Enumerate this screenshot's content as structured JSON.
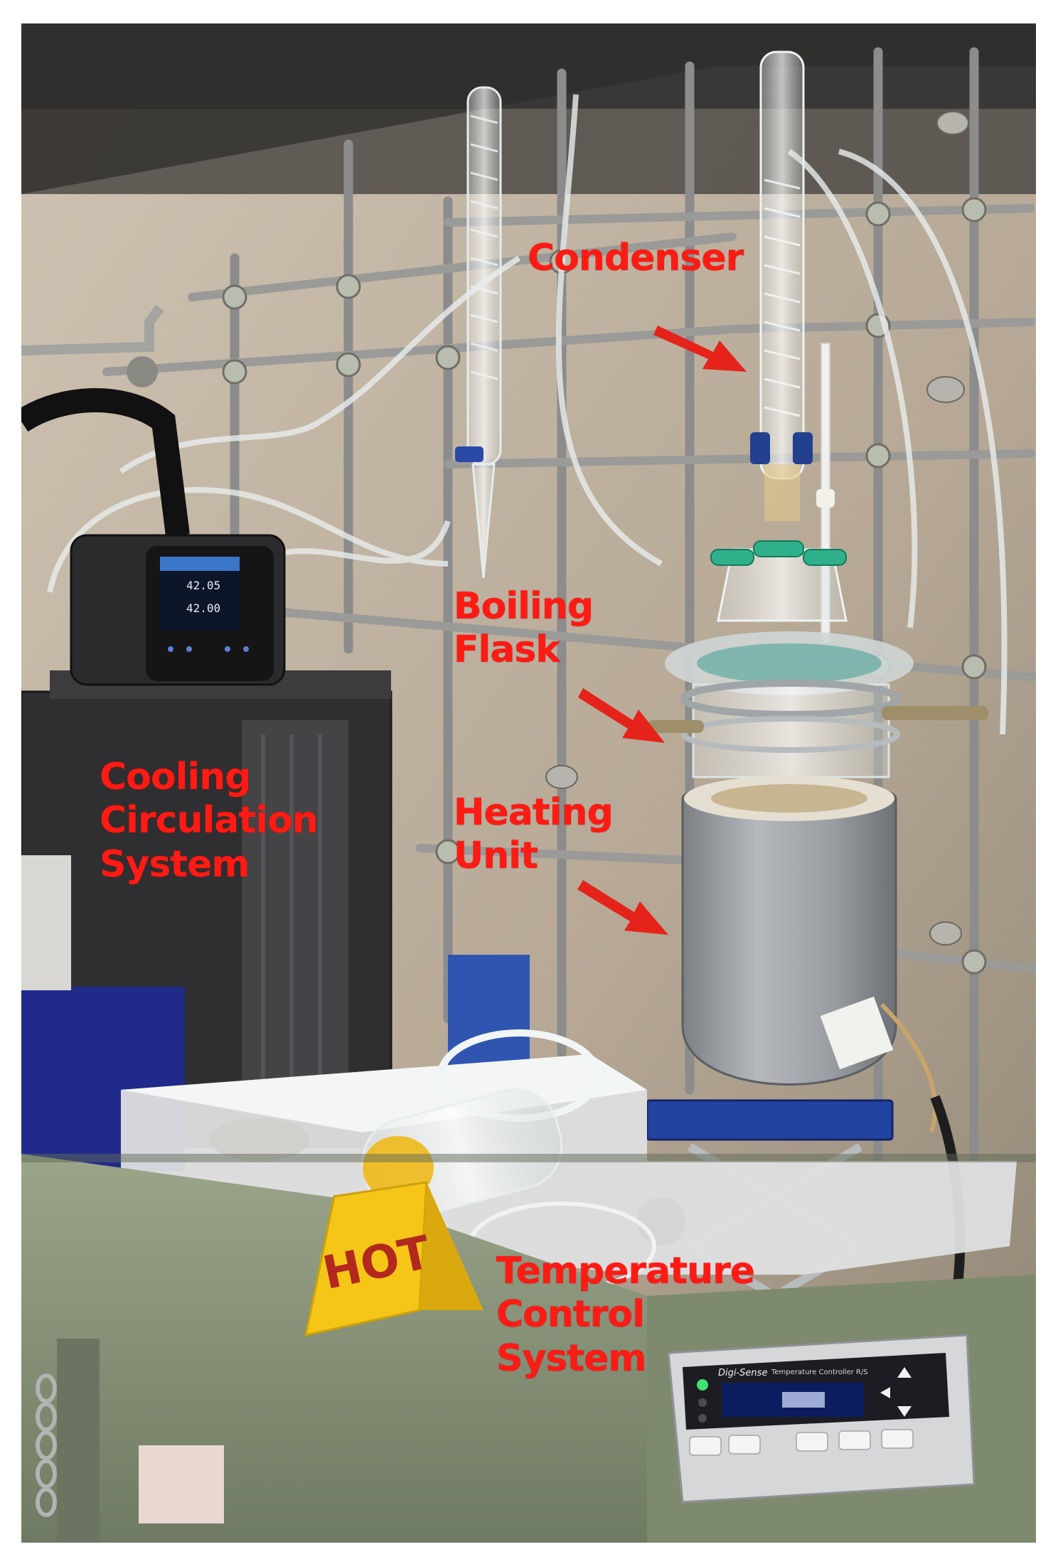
{
  "labels": {
    "condenser": "Condenser",
    "boiling_flask": [
      "Boiling",
      "Flask"
    ],
    "heating_unit": [
      "Heating",
      "Unit"
    ],
    "cooling_system": [
      "Cooling",
      "Circulation",
      "System"
    ],
    "temperature_control": [
      "Temperature",
      "Control",
      "System"
    ]
  },
  "signs": {
    "hot": "HOT"
  },
  "chiller_display": {
    "temp_primary": "42.05",
    "temp_secondary": "42.00"
  },
  "controller": {
    "brand": "Digi-Sense",
    "model": "Temperature Controller R/S"
  },
  "colors": {
    "annotation": "#ff1a14",
    "hot_sign": "#f5c518",
    "wall": "#b9ab98",
    "bench": "#8f9a80"
  }
}
